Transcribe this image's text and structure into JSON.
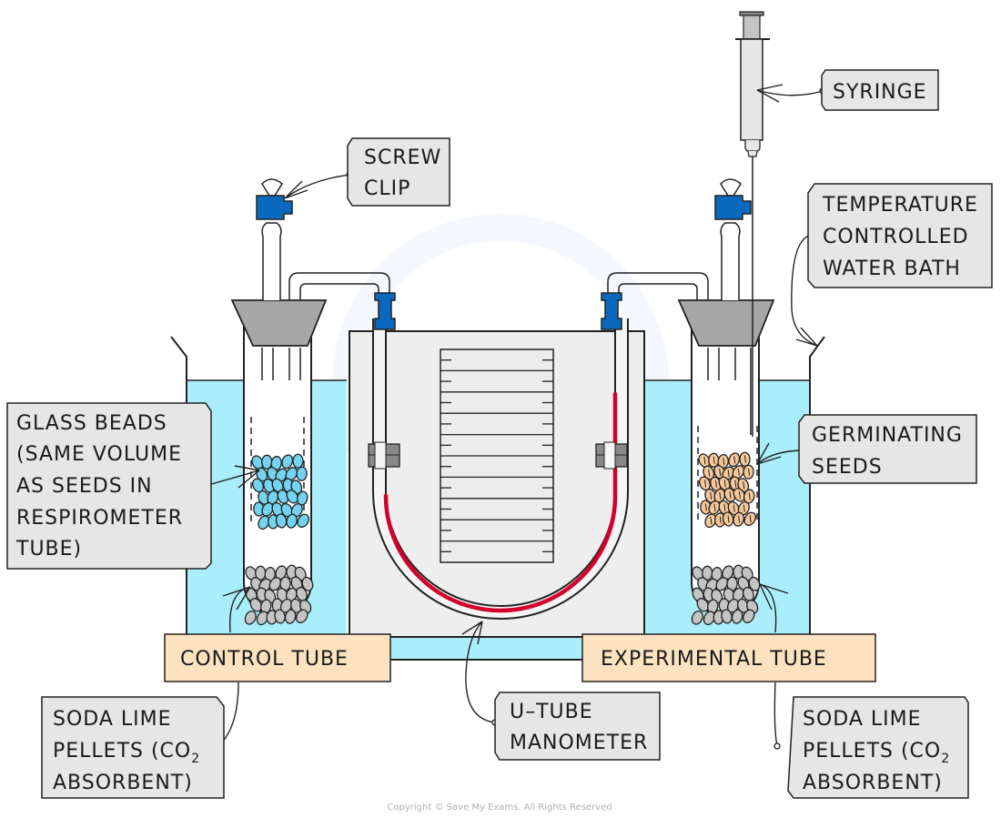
{
  "diagram": {
    "title": "Respirometer apparatus",
    "colors": {
      "water": "#aaeefb",
      "label_box": "#e6e6e6",
      "tube_label_box": "#fde2bf",
      "clip": "#0a68bf",
      "bung": "#a6a6a6",
      "fluid": "#d4002a",
      "glass_beads": "#74d3f0",
      "seeds": "#f5c89a",
      "soda_lime": "#c4c4c4",
      "stand": "#eeeeee"
    },
    "labels": {
      "syringe": [
        "SYRINGE"
      ],
      "screw_clip": [
        "SCREW",
        "CLIP"
      ],
      "water_bath": [
        "TEMPERATURE",
        "CONTROLLED",
        "WATER BATH"
      ],
      "glass_beads": [
        "GLASS BEADS",
        "(SAME VOLUME",
        "AS SEEDS IN",
        "RESPIROMETER",
        "TUBE)"
      ],
      "germinating_seeds": [
        "GERMINATING",
        "SEEDS"
      ],
      "control_tube": "CONTROL TUBE",
      "experimental_tube": "EXPERIMENTAL TUBE",
      "manometer": [
        "U–TUBE",
        "MANOMETER"
      ],
      "soda_lime_left": [
        "SODA LIME",
        "PELLETS (CO",
        "ABSORBENT)"
      ],
      "soda_lime_right": [
        "SODA LIME",
        "PELLETS (CO",
        "ABSORBENT)"
      ],
      "subscript_2": "2"
    },
    "scale_marks": 10,
    "copyright": "Copyright © Save My Exams. All Rights Reserved"
  }
}
